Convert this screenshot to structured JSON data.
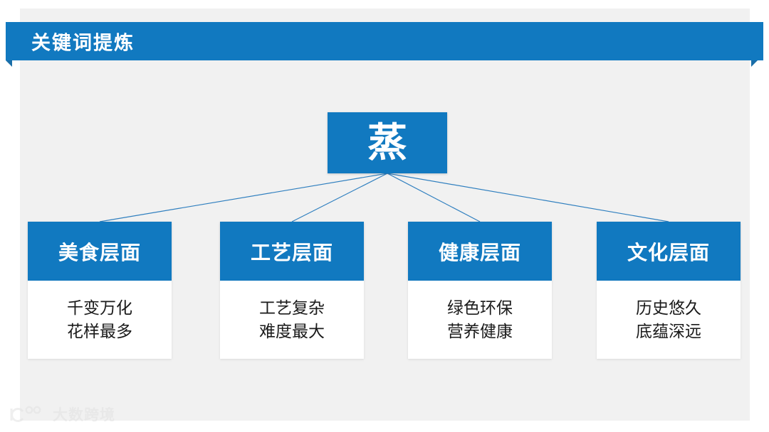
{
  "slide": {
    "title": "关键词提炼",
    "accent_color": "#1179c0",
    "fold_color": "#1a6ea8",
    "background_color": "#f1f1f1",
    "card_background": "#ffffff",
    "connector_color": "#2f7fbf"
  },
  "root": {
    "label": "蒸"
  },
  "branches": [
    {
      "header": "美食层面",
      "lines": [
        "千变万化",
        "花样最多"
      ]
    },
    {
      "header": "工艺层面",
      "lines": [
        "工艺复杂",
        "难度最大"
      ]
    },
    {
      "header": "健康层面",
      "lines": [
        "绿色环保",
        "营养健康"
      ]
    },
    {
      "header": "文化层面",
      "lines": [
        "历史悠久",
        "底蕴深远"
      ]
    }
  ],
  "watermark": {
    "text": "大数跨境",
    "logo": "ic-circles-logo"
  }
}
